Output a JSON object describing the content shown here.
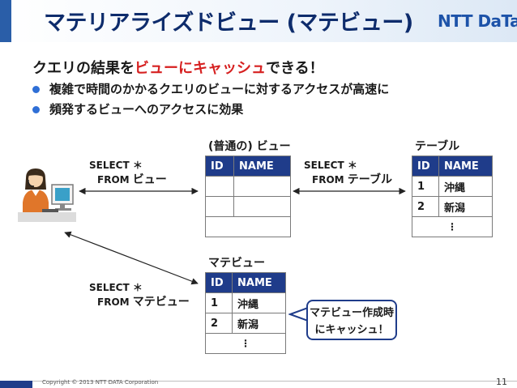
{
  "slide": {
    "title": "マテリアライズドビュー (マテビュー)",
    "logo": "NTT DaTa",
    "lead_pre": "クエリの結果を",
    "lead_hl": "ビューにキャッシュ",
    "lead_post": "できる！",
    "bullets": [
      "複雑で時間のかかるクエリのビューに対するアクセスが高速に",
      "頻発するビューへのアクセスに効果"
    ],
    "copyright": "Copyright © 2013 NTT DATA Corporation",
    "page_number": "11"
  },
  "sql": {
    "view": {
      "line1": "SELECT ＊",
      "from": "FROM",
      "target": "ビュー"
    },
    "table": {
      "line1": "SELECT ＊",
      "from": "FROM",
      "target": "テーブル"
    },
    "matview": {
      "line1": "SELECT ＊",
      "from": "FROM",
      "target": "マテビュー"
    }
  },
  "normal_view": {
    "caption": "(普通の) ビュー",
    "headers": [
      "ID",
      "NAME"
    ]
  },
  "base_table": {
    "caption": "テーブル",
    "headers": [
      "ID",
      "NAME"
    ],
    "rows": [
      [
        "1",
        "沖縄"
      ],
      [
        "2",
        "新潟"
      ]
    ],
    "more": "⋮"
  },
  "materialized_view": {
    "caption": "マテビュー",
    "headers": [
      "ID",
      "NAME"
    ],
    "rows": [
      [
        "1",
        "沖縄"
      ],
      [
        "2",
        "新潟"
      ]
    ],
    "more": "⋮"
  },
  "callout": {
    "line1": "マテビュー作成時",
    "line2": "にキャッシュ！"
  },
  "colors": {
    "header_fill": "#1f3c8a",
    "highlight": "#d62020",
    "title": "#0e2c6c",
    "bullet": "#2f6fd6"
  }
}
